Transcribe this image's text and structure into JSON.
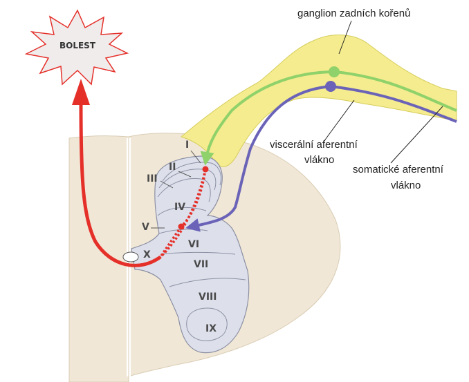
{
  "burst": {
    "label": "BOLEST"
  },
  "labels": {
    "ganglion": "ganglion zadních kořenů",
    "visceral_line1": "viscerální aferentní",
    "visceral_line2": "vlákno",
    "somatic_line1": "somatické aferentní",
    "somatic_line2": "vlákno"
  },
  "laminae": [
    "I",
    "II",
    "III",
    "IV",
    "V",
    "VI",
    "VII",
    "VIII",
    "IX",
    "X"
  ],
  "colors": {
    "spinal_cord": "#f1e7d6",
    "grey_matter": "#dde0eb",
    "ganglion_root": "#f4ec8e",
    "visceral_fiber": "#8fd16a",
    "somatic_fiber": "#6a63b8",
    "pain_pathway": "#e5302a",
    "burst_fill": "#f0ecec",
    "burst_stroke": "#e5302a"
  }
}
